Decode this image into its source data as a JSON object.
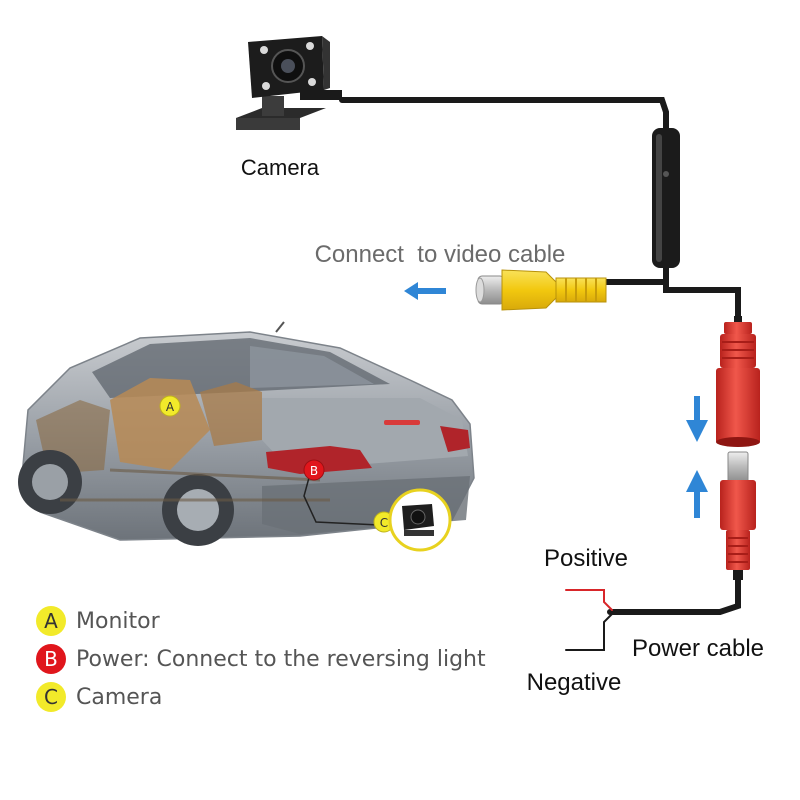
{
  "labels": {
    "camera": "Camera",
    "video": "Connect  to video cable",
    "positive": "Positive",
    "negative": "Negative",
    "power_cable": "Power cable"
  },
  "markers": {
    "a": "A",
    "b": "B",
    "c": "C"
  },
  "legend": [
    {
      "key": "A",
      "text": "Monitor",
      "badge_color": "#f2ea2a",
      "key_color": "#333333"
    },
    {
      "key": "B",
      "text": "Power: Connect to the reversing light",
      "badge_color": "#e0161c",
      "key_color": "#ffffff"
    },
    {
      "key": "C",
      "text": "Camera",
      "badge_color": "#f2ea2a",
      "key_color": "#333333"
    }
  ],
  "colors": {
    "arrow": "#2f86d6",
    "rca_yellow": "#f5d31b",
    "connector_red": "#e23a30",
    "cable": "#1a1a1a",
    "positive_wire": "#d8262a"
  }
}
